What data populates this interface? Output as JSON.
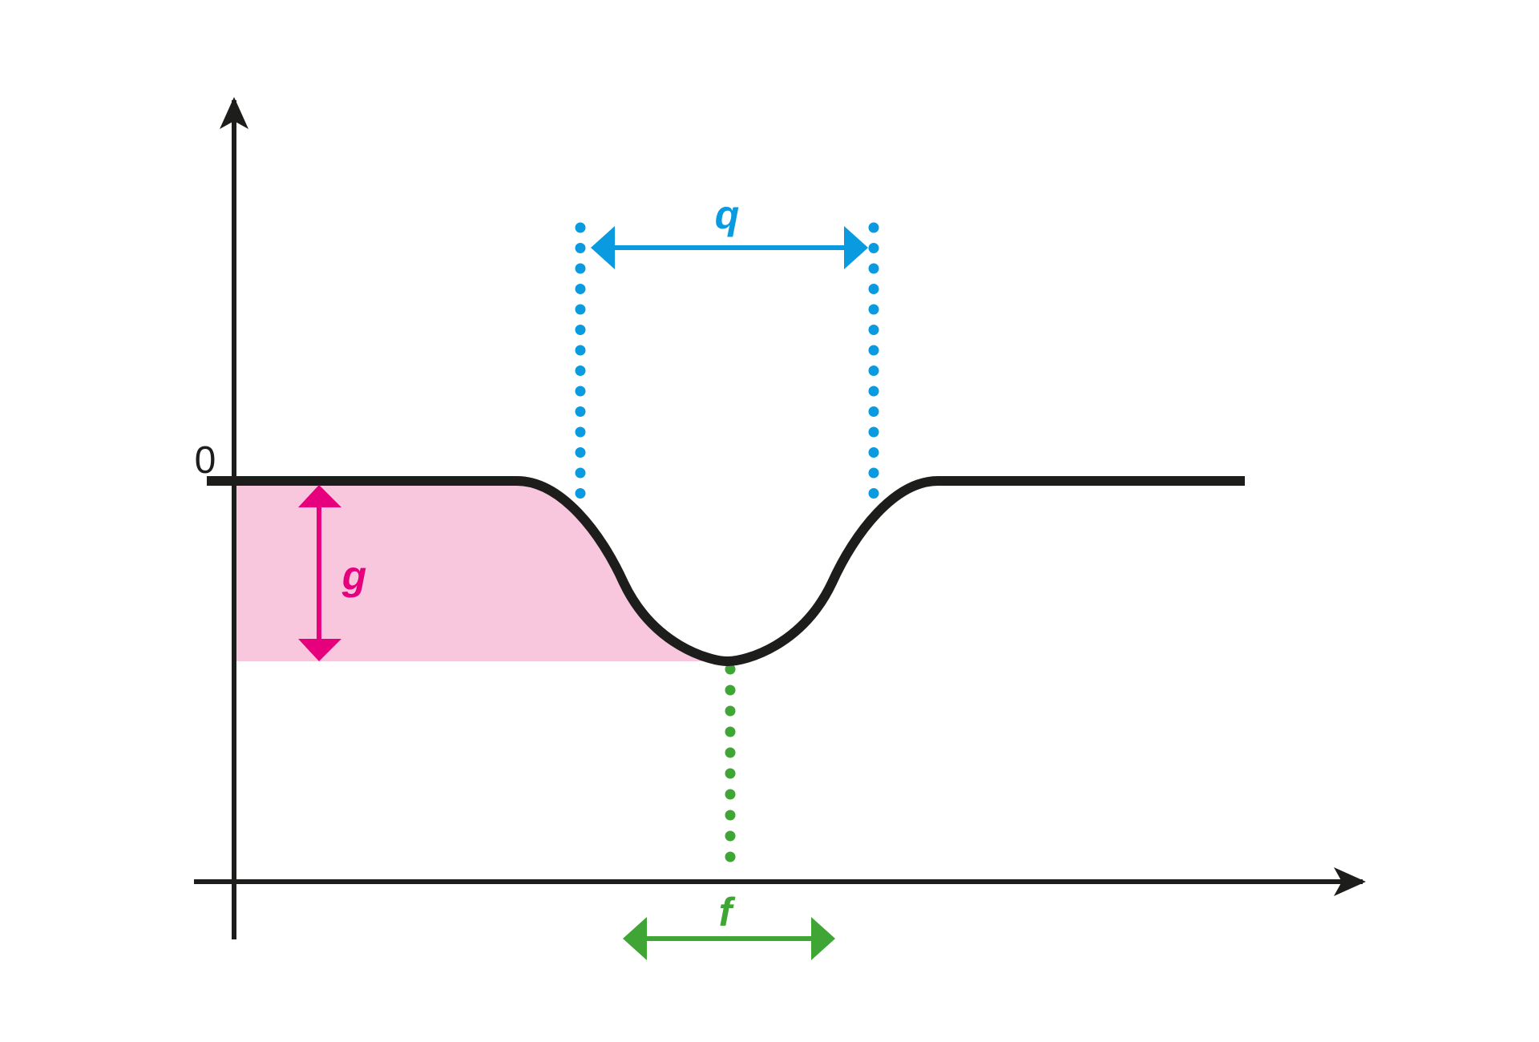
{
  "diagram": {
    "zero_label": "0",
    "width_label": "q",
    "depth_label": "g",
    "position_label": "f",
    "colors": {
      "curve": "#1d1d1b",
      "width": "#0a9ae0",
      "depth": "#e6007e",
      "depth_fill": "#f8c6dd",
      "position": "#3fa535"
    }
  }
}
